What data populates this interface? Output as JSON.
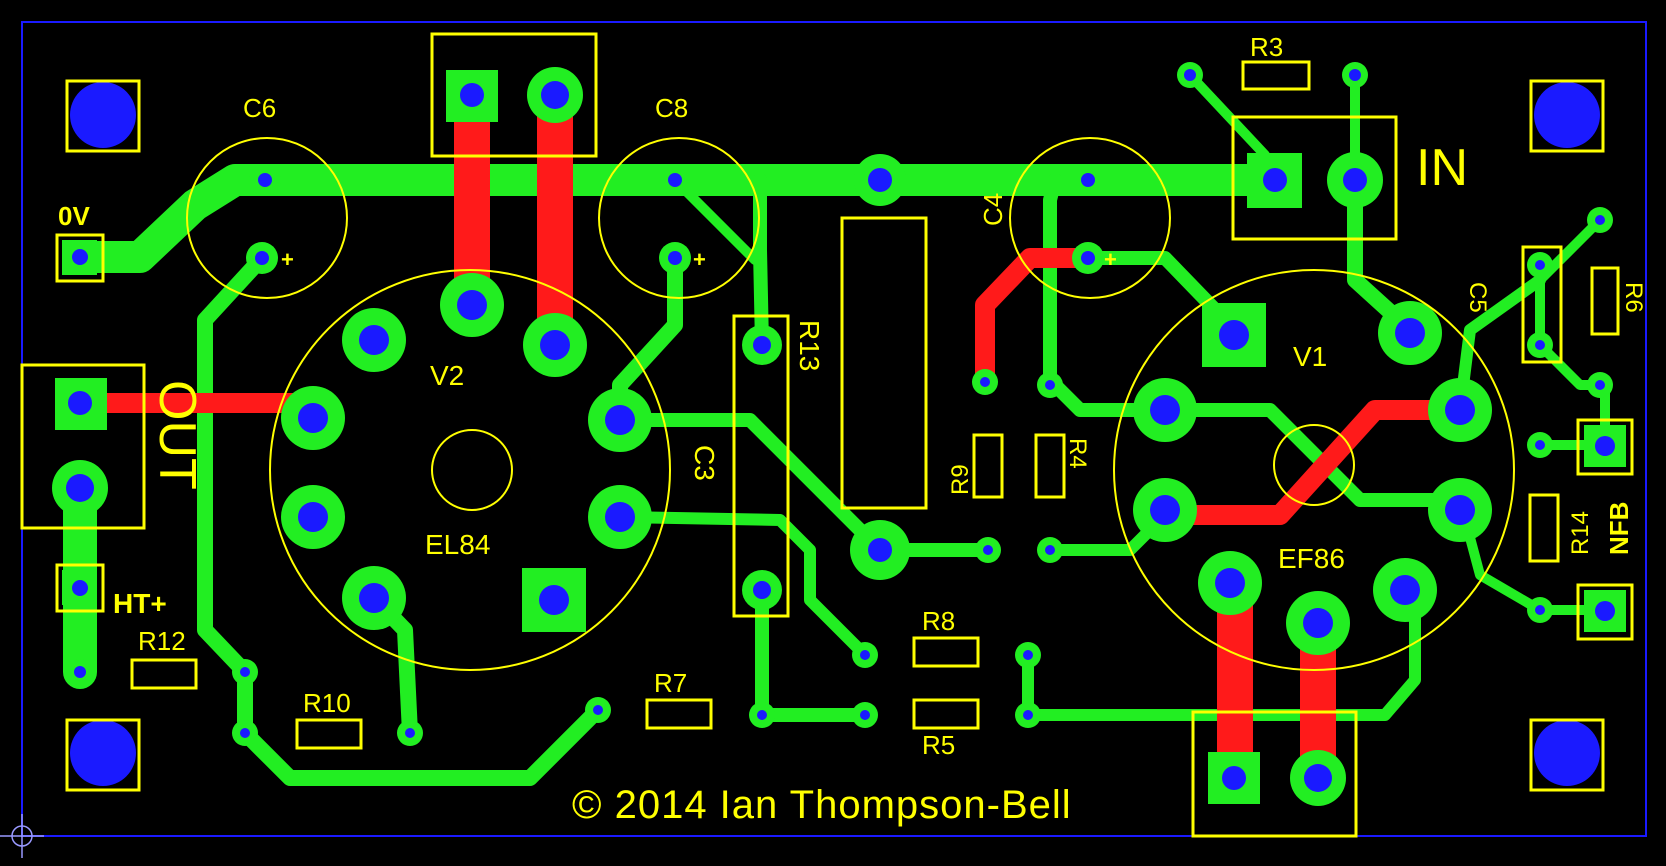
{
  "colors": {
    "background": "#000000",
    "outline": "#1a1aff",
    "copper_top": "#ff1a1a",
    "copper_bottom": "#22ee22",
    "silkscreen": "#ffff00",
    "drill": "#1a1aff"
  },
  "labels": {
    "c6": "C6",
    "c8": "C8",
    "c4": "C4",
    "c3": "C3",
    "c5": "C5",
    "r3": "R3",
    "r13": "R13",
    "r9": "R9",
    "r4": "R4",
    "r6": "R6",
    "r14": "R14",
    "r8": "R8",
    "r5": "R5",
    "r7": "R7",
    "r10": "R10",
    "r12": "R12",
    "v2": "V2",
    "v1": "V1",
    "el84": "EL84",
    "ef86": "EF86",
    "in": "IN",
    "out": "OUT",
    "zero_v": "0V",
    "ht_plus": "HT+",
    "nfb": "NFB",
    "plus_c6": "+",
    "plus_c8": "+",
    "plus_c4": "+",
    "copyright": "© 2014 Ian Thompson-Bell"
  }
}
